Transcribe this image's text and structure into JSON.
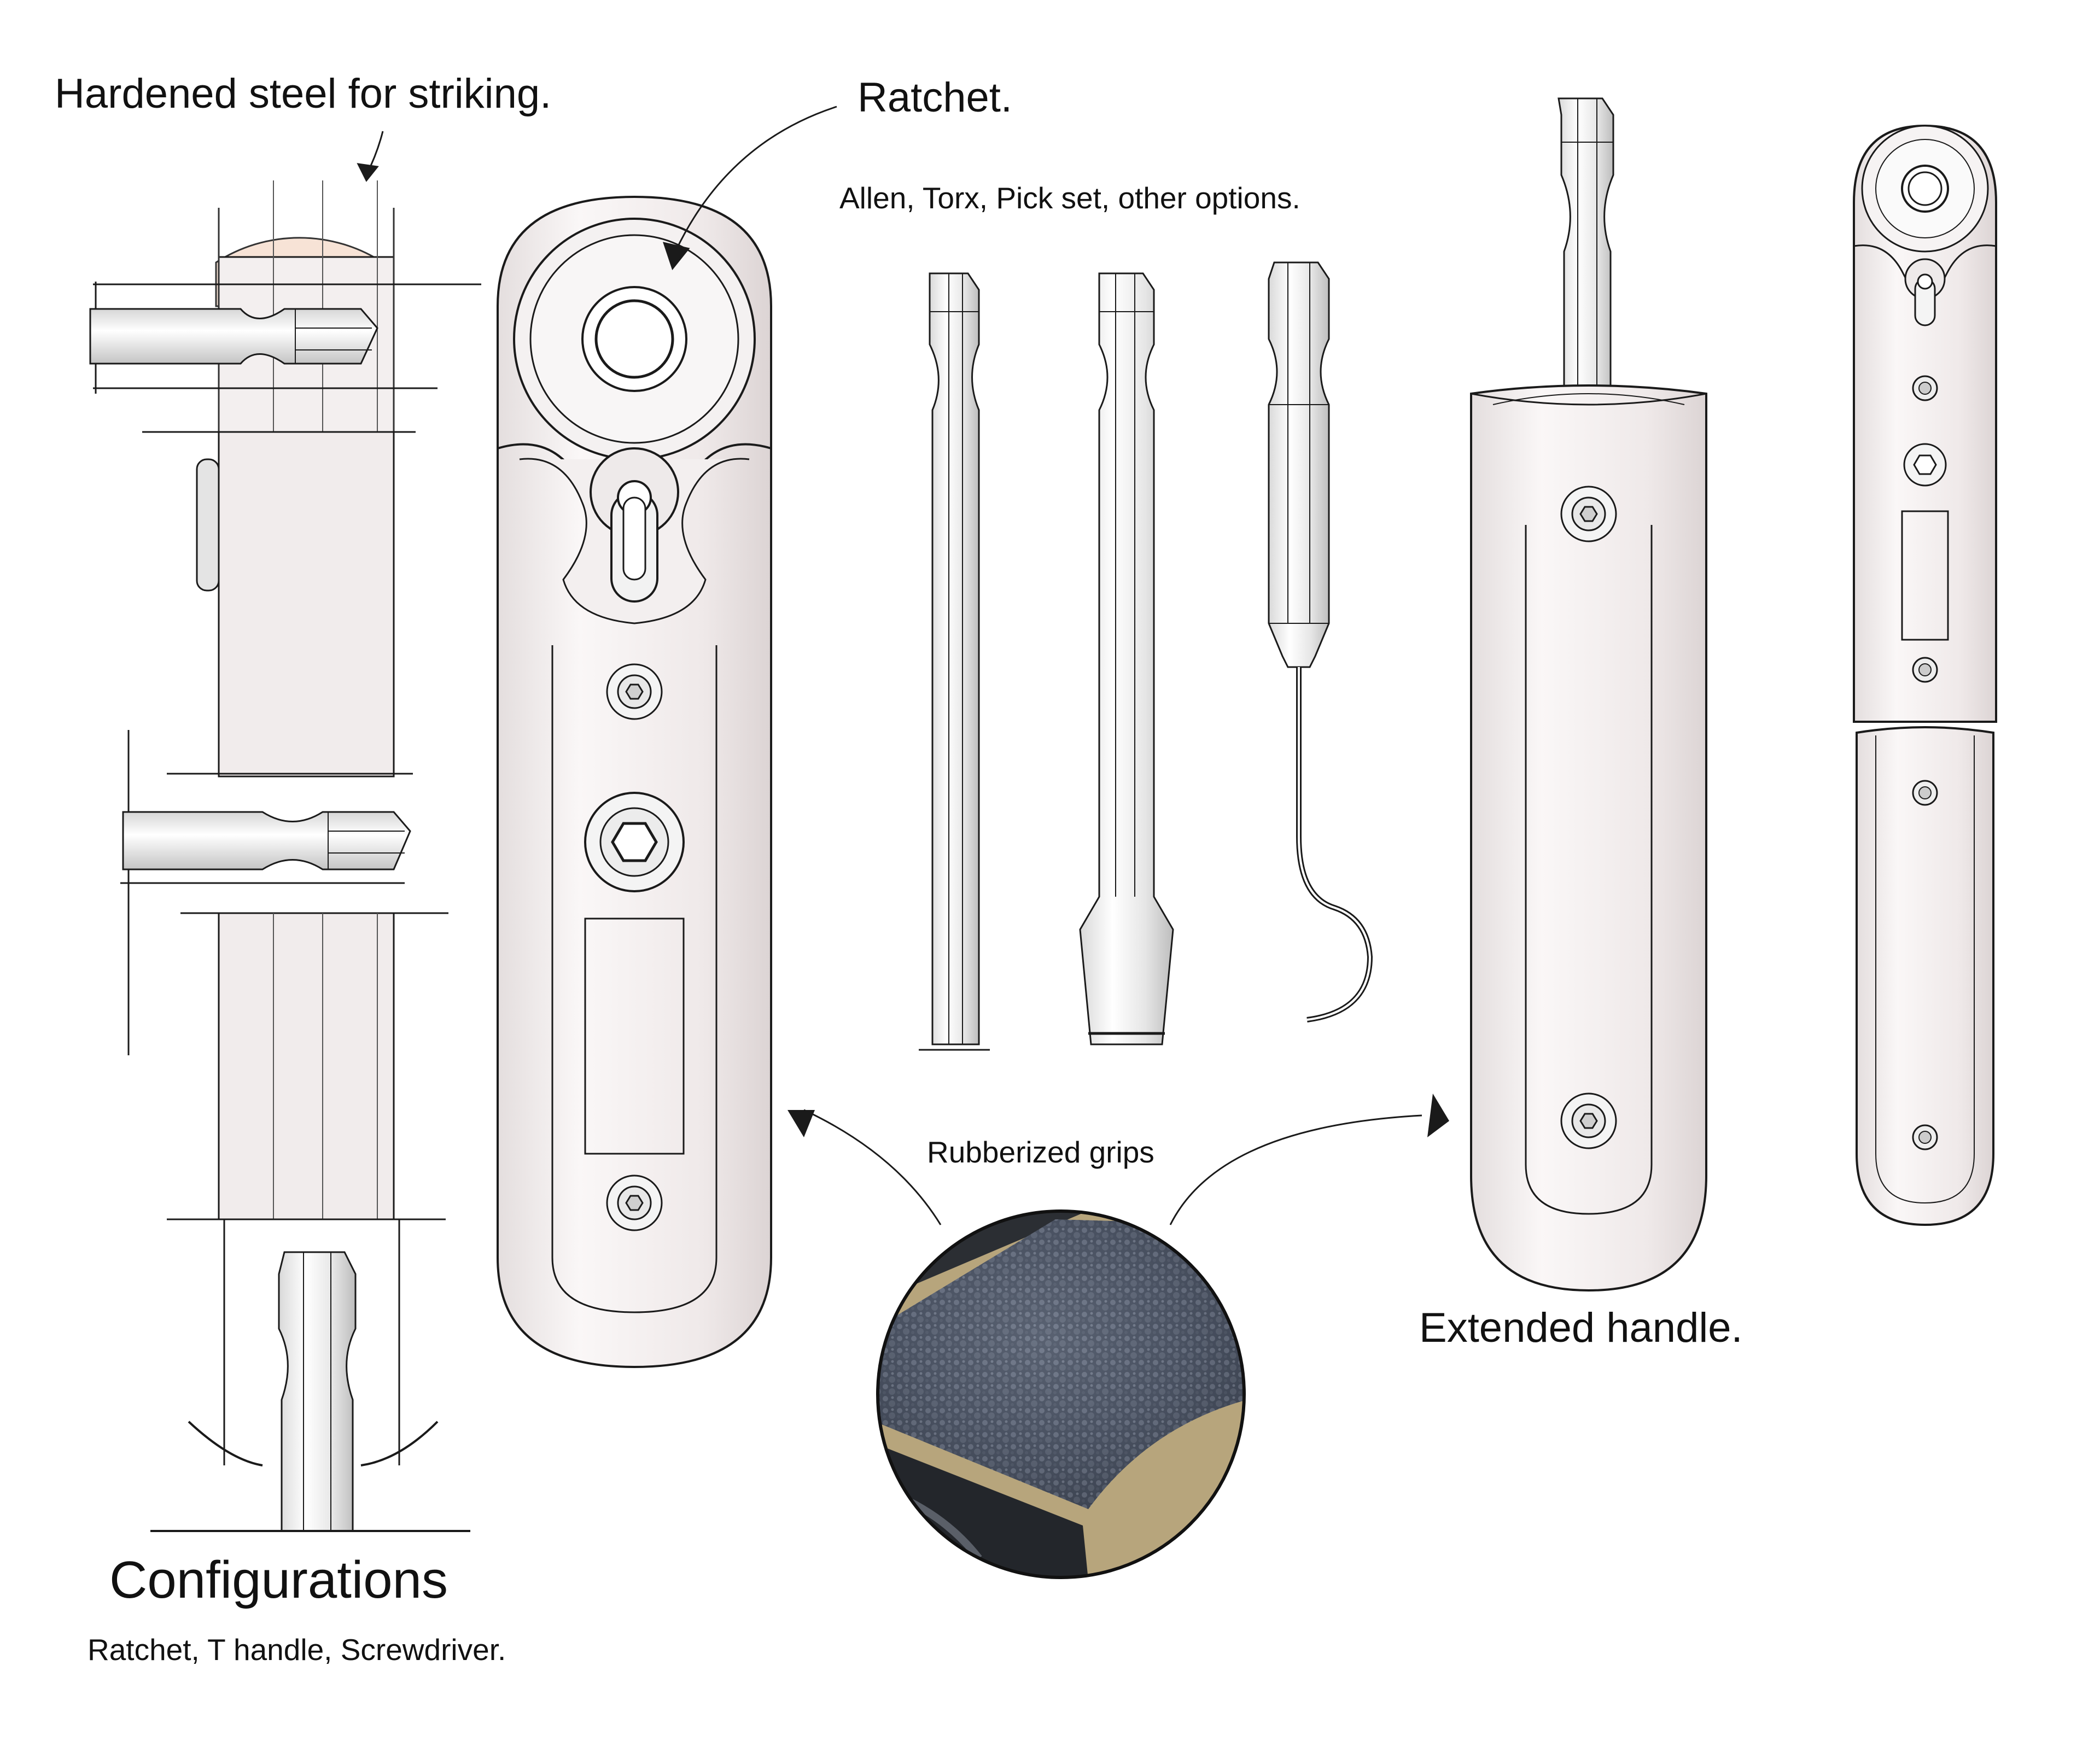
{
  "labels": {
    "hardened": "Hardened steel for striking.",
    "ratchet": "Ratchet.",
    "bit_options": "Allen, Torx, Pick set, other options.",
    "rubberized": "Rubberized grips",
    "extended": "Extended handle.",
    "configurations": "Configurations",
    "config_list": "Ratchet, T handle, Screwdriver."
  },
  "colors": {
    "stroke": "#1a1a1a",
    "handle_fill": "#f1ecec",
    "warm_highlight": "#f7e3d6",
    "grip_dark": "#3d4553",
    "grip_tan": "#b7a57c"
  }
}
